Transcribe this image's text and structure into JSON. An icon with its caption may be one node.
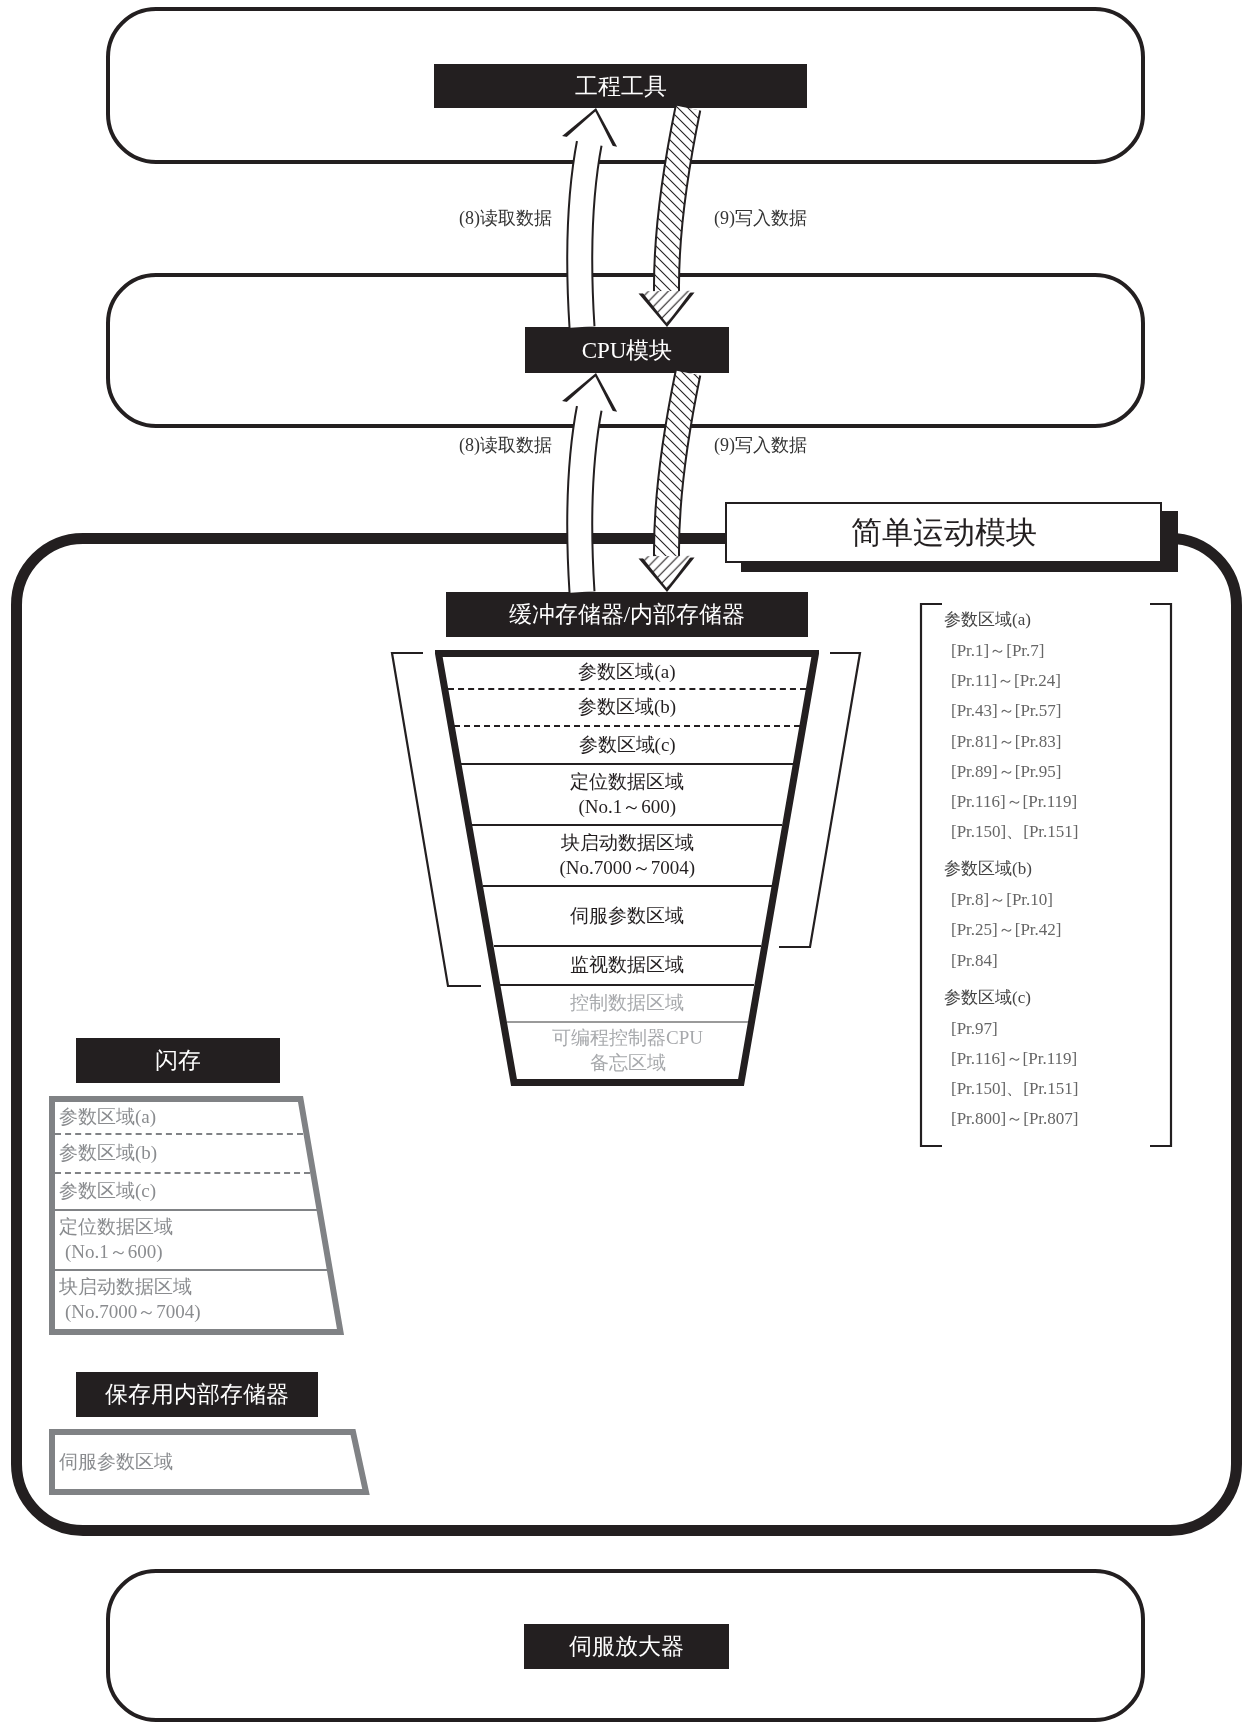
{
  "diagram": {
    "nodes": [
      {
        "text": [
          "工程工具"
        ]
      },
      {
        "text": [
          "CPU模块"
        ]
      },
      {
        "text": [
          "简单运动模块"
        ]
      },
      {
        "text": [
          "缓冲存储器/内部存储器"
        ],
        "in": 2
      },
      {
        "text": [],
        "shape": "trapezoid",
        "in": 2
      },
      {
        "text": [
          "参数区域(a)"
        ],
        "in": 4
      },
      {
        "text": [
          "参数区域(b)"
        ],
        "in": 4
      },
      {
        "text": [
          "参数区域(c)"
        ],
        "in": 4
      },
      {
        "text": [
          "定位数据区域",
          "(No.1～600)"
        ],
        "in": 4
      },
      {
        "text": [
          "块启动数据区域",
          "(No.7000～7004)"
        ],
        "in": 4
      },
      {
        "text": [
          "伺服参数区域"
        ],
        "in": 4
      },
      {
        "text": [
          "监视数据区域"
        ],
        "in": 4
      },
      {
        "text": [
          "控制数据区域"
        ],
        "in": 4
      },
      {
        "text": [
          "可编程控制器CPU备忘区域"
        ],
        "in": 4
      },
      {
        "text": [
          "闪存"
        ],
        "in": 2
      },
      {
        "text": [],
        "shape": "trapezoid",
        "in": 2
      },
      {
        "text": [
          "参数区域(a)"
        ],
        "in": 15
      },
      {
        "text": [
          "参数区域(b)"
        ],
        "in": 15
      },
      {
        "text": [
          "参数区域(c)"
        ],
        "in": 15
      },
      {
        "text": [
          "定位数据区域",
          "(No.1～600)"
        ],
        "in": 15
      },
      {
        "text": [
          "块启动数据区域",
          "(No.7000～7004)"
        ],
        "in": 15
      },
      {
        "text": [
          "保存用内部存储器"
        ],
        "in": 2
      },
      {
        "text": [],
        "shape": "trapezoid",
        "in": 2
      },
      {
        "text": [
          "伺服参数区域"
        ],
        "in": 22
      },
      {
        "text": [
          "伺服放大器"
        ]
      }
    ],
    "edges": [
      {
        "from": 1,
        "to": 0,
        "arrow": "to",
        "label": "(8)读取数据"
      },
      {
        "from": 0,
        "to": 1,
        "arrow": "to",
        "label": "(9)写入数据"
      },
      {
        "from": 3,
        "to": 1,
        "arrow": "to",
        "label": "(8)读取数据"
      },
      {
        "from": 1,
        "to": 3,
        "arrow": "to",
        "label": "(9)写入数据"
      }
    ],
    "labels": [
      "参数区域(a)",
      "[Pr.1]～[Pr.7]",
      "[Pr.11]～[Pr.24]",
      "[Pr.43]～[Pr.57]",
      "[Pr.81]～[Pr.83]",
      "[Pr.89]～[Pr.95]",
      "[Pr.116]～[Pr.119]",
      "[Pr.150]、[Pr.151]",
      "参数区域(b)",
      "[Pr.8]～[Pr.10]",
      "[Pr.25]～[Pr.42]",
      "[Pr.84]",
      "参数区域(c)",
      "[Pr.97]",
      "[Pr.116]～[Pr.119]",
      "[Pr.150]、[Pr.151]",
      "[Pr.800]～[Pr.807]"
    ]
  }
}
